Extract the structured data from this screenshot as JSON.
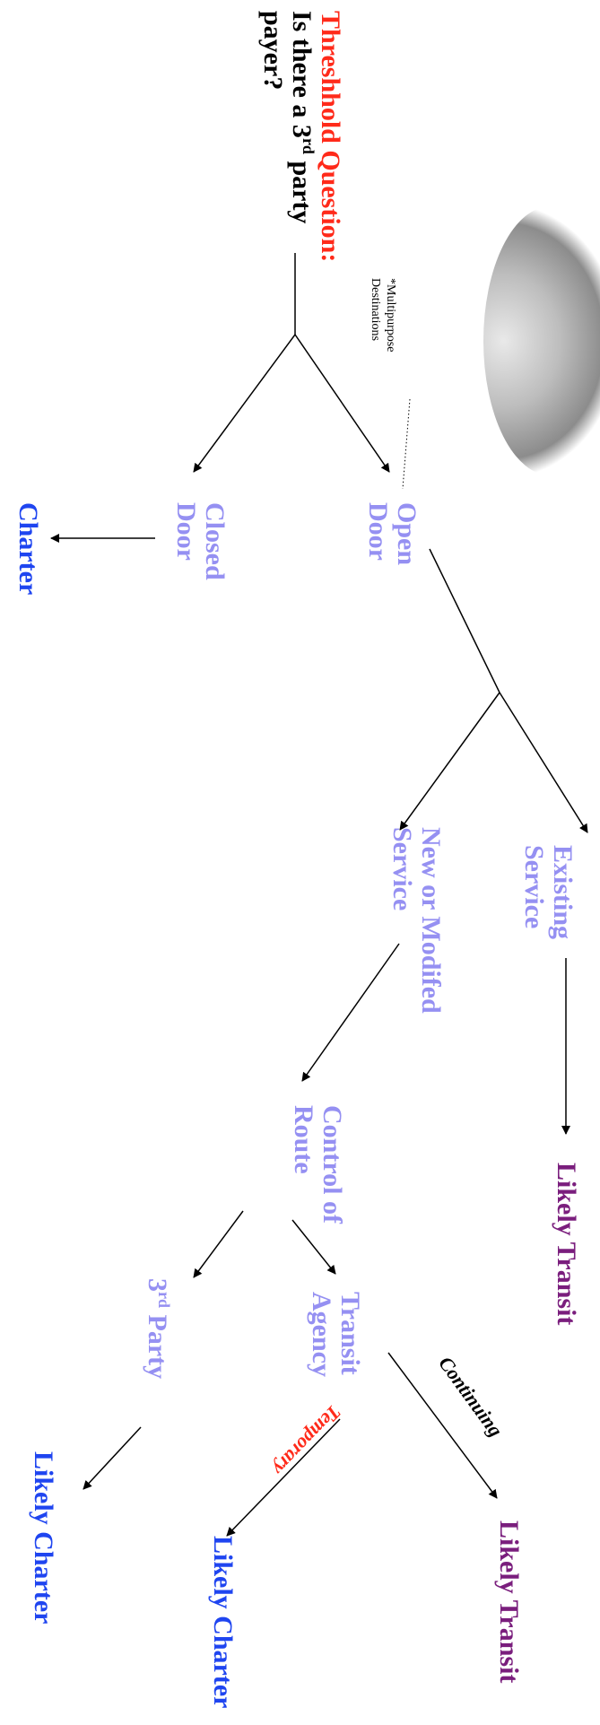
{
  "threshold": {
    "title": "Threshhold Question:",
    "line1_pre": "Is there a 3",
    "line1_sup": "rd",
    "line1_post": " party",
    "line2": "payer?"
  },
  "note": {
    "line1": "*Multipurpose",
    "line2": "Destinations"
  },
  "nodes": {
    "open_door": [
      "Open",
      "Door"
    ],
    "closed_door": [
      "Closed",
      "Door"
    ],
    "charter": "Charter",
    "existing_service": [
      "Existing",
      "Service"
    ],
    "new_service": [
      "New or Modifed",
      "Service"
    ],
    "likely_transit_1": "Likely Transit",
    "control_of_route": [
      "Control of",
      "Route"
    ],
    "transit_agency": [
      "Transit",
      "Agency"
    ],
    "third_party_pre": "3",
    "third_party_sup": "rd",
    "third_party_post": " Party",
    "likely_transit_2": "Likely Transit",
    "likely_charter_1": "Likely Charter",
    "likely_charter_2": "Likely Charter"
  },
  "edge_labels": {
    "continuing": "Continuing",
    "temporary": "Temporary"
  },
  "colors": {
    "threshold_title": "#ff2a1a",
    "node": "#9590f2",
    "transit": "#7a1e7d",
    "charter": "#1f45f0",
    "temporary": "#ff2a1a"
  }
}
